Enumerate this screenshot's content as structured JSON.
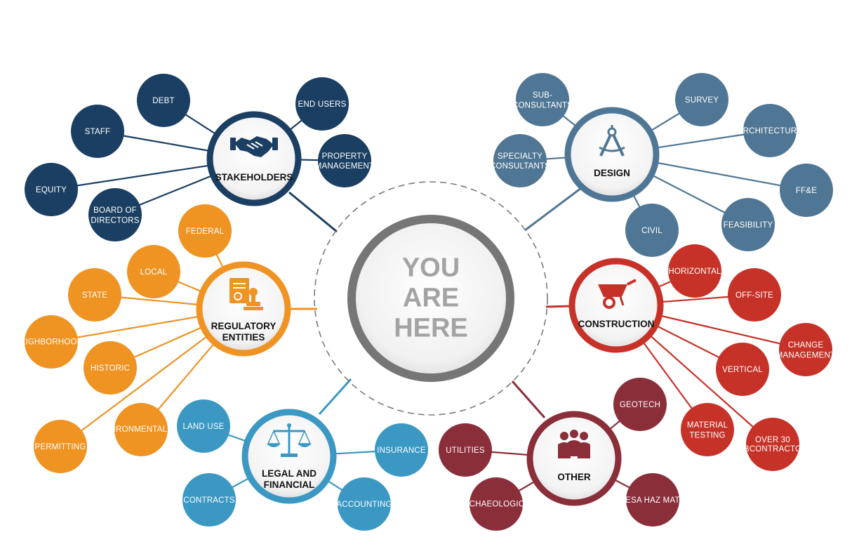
{
  "center": {
    "lines": [
      "YOU",
      "ARE",
      "HERE"
    ]
  },
  "colors": {
    "stakeholders": "#1b3f63",
    "design": "#4f7795",
    "regulatory": "#ef9323",
    "construction": "#c73228",
    "legal": "#3a98c3",
    "other": "#8a2e3a",
    "center_ring": "#767676",
    "connector": "#1b3f63"
  },
  "clusters": [
    {
      "id": "stakeholders",
      "icon": "handshake-icon",
      "label": [
        "STAKEHOLDERS"
      ],
      "nodes": [
        {
          "label": [
            "DEBT"
          ]
        },
        {
          "label": [
            "STAFF"
          ]
        },
        {
          "label": [
            "EQUITY"
          ]
        },
        {
          "label": [
            "BOARD OF",
            "DIRECTORS"
          ]
        },
        {
          "label": [
            "END USERS"
          ]
        },
        {
          "label": [
            "PROPERTY",
            "MANAGEMENT"
          ]
        }
      ]
    },
    {
      "id": "design",
      "icon": "drafting-compass-icon",
      "label": [
        "DESIGN"
      ],
      "nodes": [
        {
          "label": [
            "SUB-",
            "CONSULTANTS"
          ]
        },
        {
          "label": [
            "SPECIALTY",
            "CONSULTANTS"
          ]
        },
        {
          "label": [
            "SURVEY"
          ]
        },
        {
          "label": [
            "ARCHITECTURE"
          ]
        },
        {
          "label": [
            "FF&E"
          ]
        },
        {
          "label": [
            "FEASIBILITY"
          ]
        },
        {
          "label": [
            "CIVIL"
          ]
        }
      ]
    },
    {
      "id": "regulatory",
      "icon": "permit-document-icon",
      "label": [
        "REGULATORY",
        "ENTITIES"
      ],
      "nodes": [
        {
          "label": [
            "FEDERAL"
          ]
        },
        {
          "label": [
            "LOCAL"
          ]
        },
        {
          "label": [
            "STATE"
          ]
        },
        {
          "label": [
            "NEIGHBORHOODS"
          ]
        },
        {
          "label": [
            "HISTORIC"
          ]
        },
        {
          "label": [
            "ENVIRONMENTALISTS"
          ]
        },
        {
          "label": [
            "PERMITTING"
          ]
        }
      ]
    },
    {
      "id": "construction",
      "icon": "wheelbarrow-icon",
      "label": [
        "CONSTRUCTION"
      ],
      "nodes": [
        {
          "label": [
            "HORIZONTAL"
          ]
        },
        {
          "label": [
            "OFF-SITE"
          ]
        },
        {
          "label": [
            "CHANGE",
            "MANAGEMENT"
          ]
        },
        {
          "label": [
            "VERTICAL"
          ]
        },
        {
          "label": [
            "MATERIAL",
            "TESTING"
          ]
        },
        {
          "label": [
            "OVER 30",
            "SUBCONTRACTORS"
          ]
        }
      ]
    },
    {
      "id": "legal",
      "icon": "scales-icon",
      "label": [
        "LEGAL AND",
        "FINANCIAL"
      ],
      "nodes": [
        {
          "label": [
            "LAND USE"
          ]
        },
        {
          "label": [
            "CONTRACTS"
          ]
        },
        {
          "label": [
            "INSURANCE"
          ]
        },
        {
          "label": [
            "ACCOUNTING"
          ]
        }
      ]
    },
    {
      "id": "other",
      "icon": "people-group-icon",
      "label": [
        "OTHER"
      ],
      "nodes": [
        {
          "label": [
            "GEOTECH"
          ]
        },
        {
          "label": [
            "UTILITIES"
          ]
        },
        {
          "label": [
            "ARCHAEOLOGICAL"
          ]
        },
        {
          "label": [
            "ESA HAZ MAT"
          ]
        }
      ]
    }
  ]
}
